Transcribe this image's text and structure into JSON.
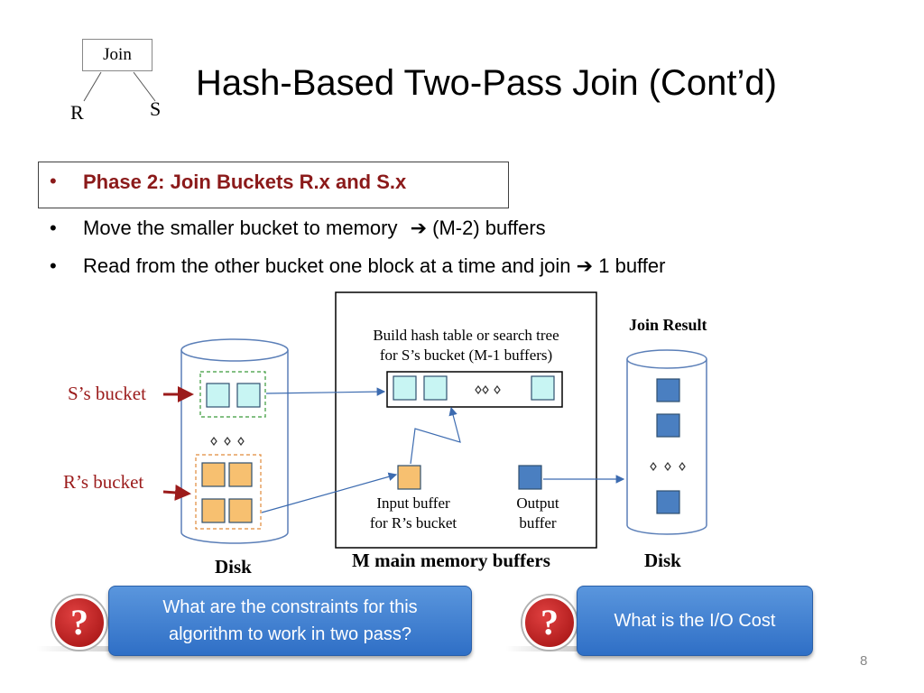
{
  "slide": {
    "title": "Hash-Based Two-Pass Join (Cont’d)",
    "page_number": "8"
  },
  "tree": {
    "root": "Join",
    "left": "R",
    "right": "S"
  },
  "phase": {
    "label": "Phase 2: Join Buckets R.x and S.x"
  },
  "bullets": [
    {
      "text": "Move the smaller bucket to memory",
      "arrow": "➔",
      "after": "(M-2) buffers"
    },
    {
      "text": "Read from the other bucket one block at a time and join",
      "arrow": "➔",
      "after": "1 buffer"
    }
  ],
  "diagram": {
    "s_bucket_label": "S’s bucket",
    "r_bucket_label": "R’s bucket",
    "disk_left_label": "Disk",
    "disk_right_label": "Disk",
    "memory_label": "M main memory buffers",
    "hash_caption_line1": "Build hash table or search tree",
    "hash_caption_line2": "for S’s bucket (M-1 buffers)",
    "input_caption_line1": "Input buffer",
    "input_caption_line2": "for R’s bucket",
    "output_caption_line1": "Output",
    "output_caption_line2": "buffer",
    "join_result_label": "Join Result",
    "colors": {
      "s_block": "#c8f5f3",
      "r_block": "#f7c070",
      "result_block": "#4a7fc1",
      "red_arrow": "#9b1b1b",
      "blue_arrow": "#3c6bb0"
    }
  },
  "callouts": [
    {
      "line1": "What are the constraints for this",
      "line2": "algorithm to work in two pass?"
    },
    {
      "line1": "What is the I/O Cost"
    }
  ],
  "icons": {
    "question": "?"
  }
}
